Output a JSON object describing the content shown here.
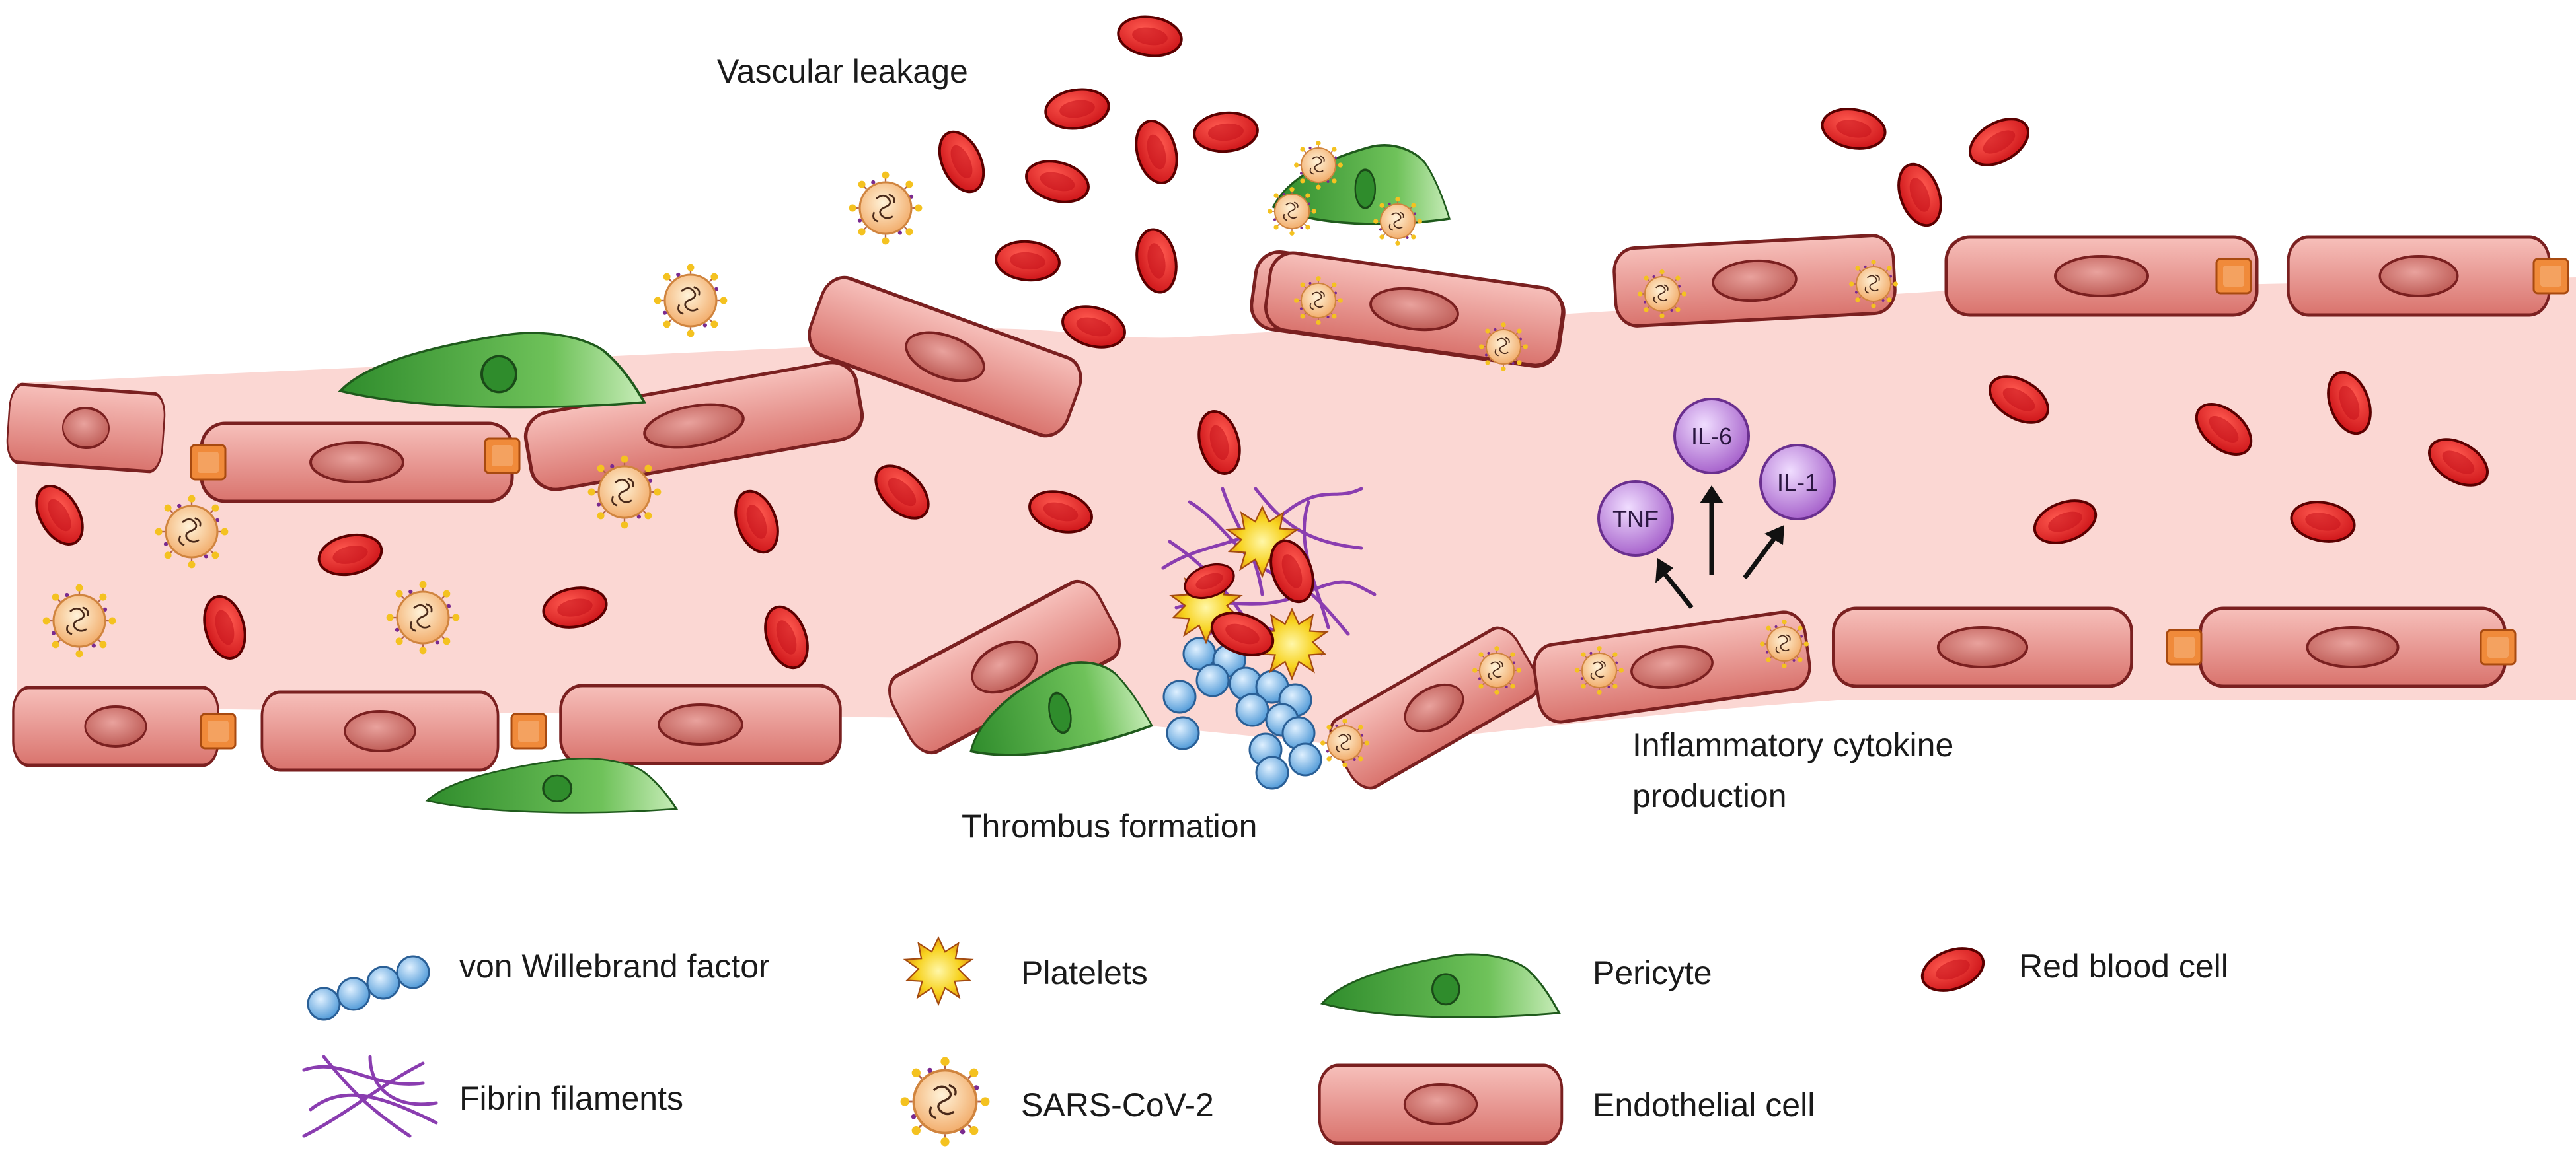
{
  "labels": {
    "vascular_leakage": "Vascular leakage",
    "thrombus_formation": "Thrombus formation",
    "cytokine_line1": "Inflammatory cytokine",
    "cytokine_line2": "production"
  },
  "cytokines": {
    "il6": "IL-6",
    "tnf": "TNF",
    "il1": "IL-1"
  },
  "legend": {
    "vwf": "von Willebrand factor",
    "fibrin": "Fibrin filaments",
    "platelets": "Platelets",
    "sars": "SARS-CoV-2",
    "pericyte": "Pericyte",
    "endothelial": "Endothelial cell",
    "rbc": "Red blood cell"
  },
  "colors": {
    "endothelial_fill": "#f4a7a2",
    "endothelial_stroke": "#8a2a2a",
    "lumen": "#fbd7d3",
    "rbc": "#e0151b",
    "pericyte": "#3fa33a",
    "platelet": "#f7d21e",
    "vwf": "#6fb3e8",
    "fibrin": "#8a3db0",
    "virus": "#f7c88a",
    "cytokine": "#c58be0"
  }
}
